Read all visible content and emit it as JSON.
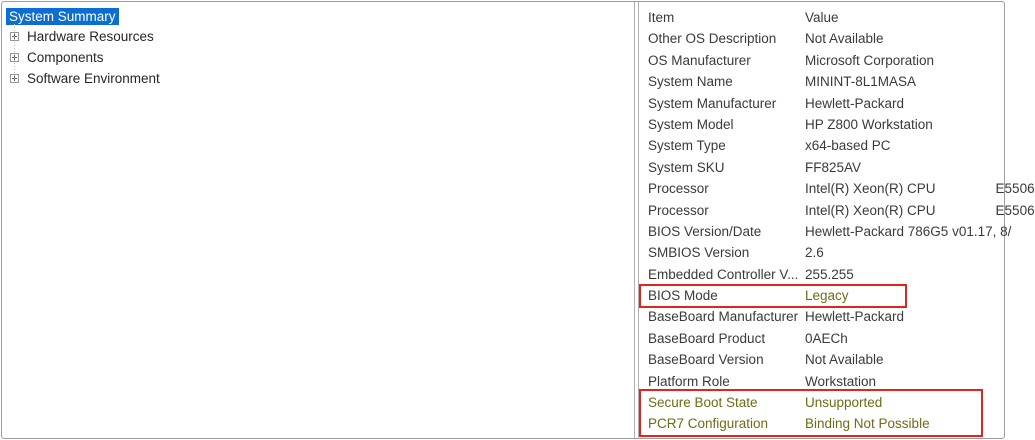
{
  "tree": {
    "items": [
      {
        "label": "System Summary",
        "selected": true,
        "has_expander": false
      },
      {
        "label": "Hardware Resources",
        "selected": false,
        "has_expander": true
      },
      {
        "label": "Components",
        "selected": false,
        "has_expander": true
      },
      {
        "label": "Software Environment",
        "selected": false,
        "has_expander": true
      }
    ]
  },
  "details": {
    "columns": [
      "Item",
      "Value"
    ],
    "rows": [
      {
        "item": "Other OS Description",
        "value": "Not Available"
      },
      {
        "item": "OS Manufacturer",
        "value": "Microsoft Corporation"
      },
      {
        "item": "System Name",
        "value": "MININT-8L1MASA"
      },
      {
        "item": "System Manufacturer",
        "value": "Hewlett-Packard"
      },
      {
        "item": "System Model",
        "value": "HP Z800 Workstation"
      },
      {
        "item": "System Type",
        "value": "x64-based PC"
      },
      {
        "item": "System SKU",
        "value": "FF825AV"
      },
      {
        "item": "Processor",
        "value": "Intel(R) Xeon(R) CPU                E5506"
      },
      {
        "item": "Processor",
        "value": "Intel(R) Xeon(R) CPU                E5506"
      },
      {
        "item": "BIOS Version/Date",
        "value": "Hewlett-Packard 786G5 v01.17, 8/"
      },
      {
        "item": "SMBIOS Version",
        "value": "2.6"
      },
      {
        "item": "Embedded Controller V...",
        "value": "255.255"
      },
      {
        "item": "BIOS Mode",
        "value": "Legacy",
        "highlight": "value"
      },
      {
        "item": "BaseBoard Manufacturer",
        "value": "Hewlett-Packard"
      },
      {
        "item": "BaseBoard Product",
        "value": "0AECh"
      },
      {
        "item": "BaseBoard Version",
        "value": "Not Available"
      },
      {
        "item": "Platform Role",
        "value": "Workstation"
      },
      {
        "item": "Secure Boot State",
        "value": "Unsupported",
        "highlight": "both"
      },
      {
        "item": "PCR7 Configuration",
        "value": "Binding Not Possible",
        "highlight": "both"
      }
    ]
  },
  "colors": {
    "selection_blue": "#0d6ed2",
    "annotation_red": "#e0261c",
    "highlight_text": "#6e6c15"
  }
}
